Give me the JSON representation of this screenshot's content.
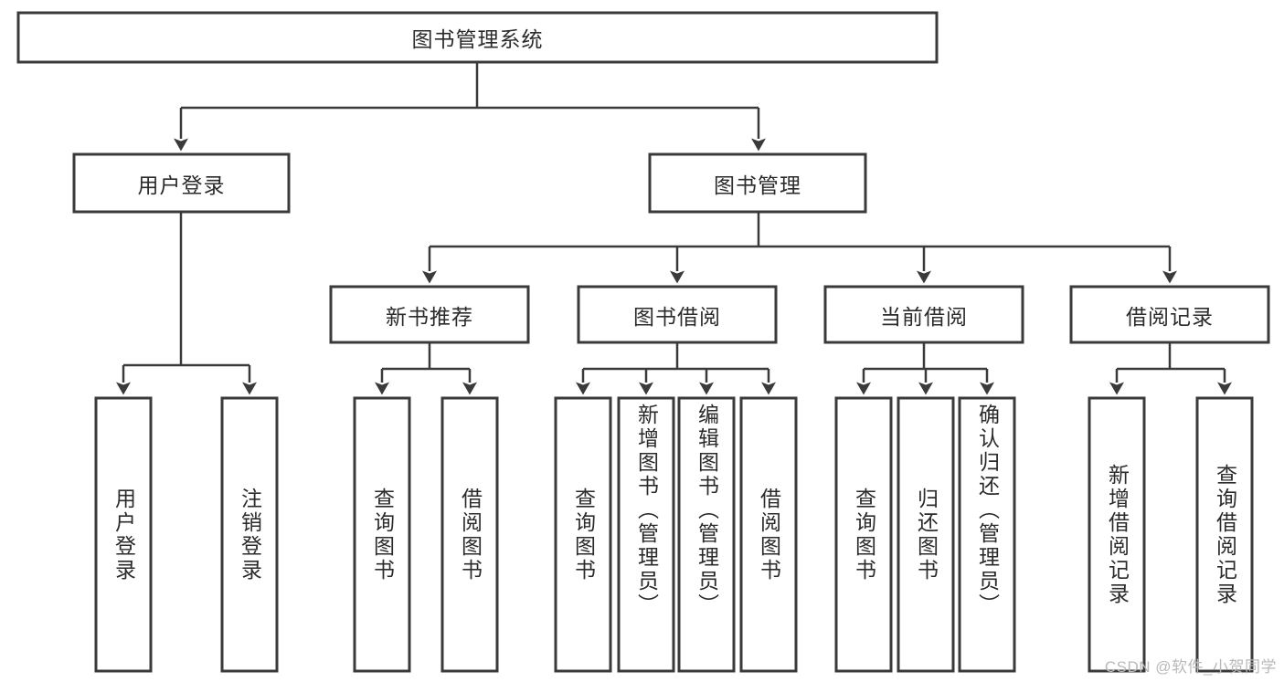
{
  "diagram": {
    "title": "图书管理系统",
    "type": "tree-hierarchy-diagram",
    "colors": {
      "box_stroke": "#3a3a3a",
      "box_fill": "#ffffff",
      "connector": "#3a3a3a",
      "text": "#2b2b2b",
      "watermark": "#b9b9b9",
      "background": "#ffffff"
    },
    "root": {
      "label": "图书管理系统"
    },
    "level2": [
      {
        "label": "用户登录"
      },
      {
        "label": "图书管理"
      }
    ],
    "level3": [
      {
        "label": "新书推荐"
      },
      {
        "label": "图书借阅"
      },
      {
        "label": "当前借阅"
      },
      {
        "label": "借阅记录"
      }
    ],
    "leaves": {
      "user_login": [
        {
          "label": "用户登录"
        },
        {
          "label": "注销登录"
        }
      ],
      "new_book_recommend": [
        {
          "label": "查询图书"
        },
        {
          "label": "借阅图书"
        }
      ],
      "book_borrow": [
        {
          "label": "查询图书"
        },
        {
          "label": "新增图书（管理员）"
        },
        {
          "label": "编辑图书（管理员）"
        },
        {
          "label": "借阅图书"
        }
      ],
      "current_borrow": [
        {
          "label": "查询图书"
        },
        {
          "label": "归还图书"
        },
        {
          "label": "确认归还（管理员）"
        }
      ],
      "borrow_record": [
        {
          "label": "新增借阅记录"
        },
        {
          "label": "查询借阅记录"
        }
      ]
    },
    "watermark": "CSDN @软件_小贺同学"
  }
}
